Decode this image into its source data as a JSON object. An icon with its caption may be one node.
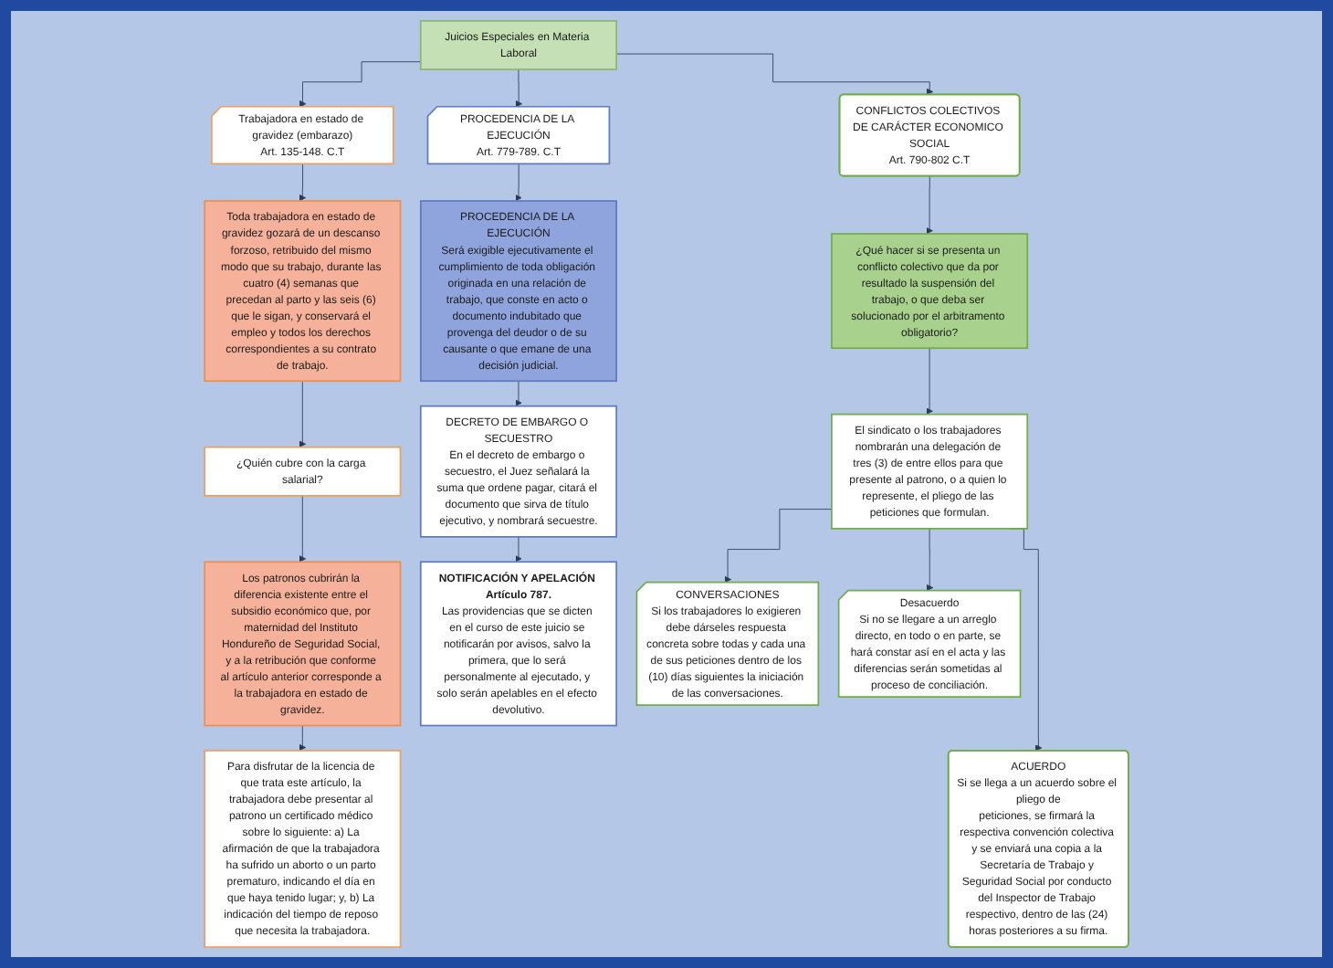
{
  "diagram": {
    "nodes": [
      {
        "text": [
          "Juicios Especiales en Materia Laboral"
        ]
      },
      {
        "text": [
          "Trabajadora en estado de gravidez (embarazo)",
          "Art. 135-148. C.T"
        ]
      },
      {
        "text": [
          "Toda trabajadora en estado de gravidez gozará de un descanso forzoso, retribuido del mismo modo que su trabajo, durante las cuatro (4) semanas que precedan al parto y las seis (6) que le sigan, y conservará el empleo y todos los derechos correspondientes a su contrato de trabajo."
        ]
      },
      {
        "text": [
          "¿Quién cubre con la carga salarial?"
        ]
      },
      {
        "text": [
          "Los patronos cubrirán la diferencia existente entre el subsidio económico que, por maternidad del Instituto Hondureño de Seguridad Social, y a la retribución que conforme al artículo anterior corresponde a la trabajadora en estado de gravidez."
        ]
      },
      {
        "text": [
          "Para disfrutar de la licencia de que trata este artículo, la trabajadora debe presentar al patrono un certificado médico sobre lo siguiente: a) La afirmación de que la trabajadora ha sufrido un aborto o un parto prematuro, indicando el día en que haya tenido lugar; y, b) La indicación del tiempo de reposo que necesita la trabajadora."
        ]
      },
      {
        "text": [
          "PROCEDENCIA DE LA EJECUCIÓN",
          "Art. 779-789. C.T"
        ]
      },
      {
        "text": [
          "PROCEDENCIA DE LA EJECUCIÓN",
          "Será exigible ejecutivamente el cumplimiento de toda obligación originada en una relación de trabajo, que conste en acto o documento indubitado que provenga del deudor o de su causante o que emane de una decisión judicial."
        ]
      },
      {
        "text": [
          "DECRETO DE EMBARGO O SECUESTRO",
          "En el decreto de embargo o secuestro, el Juez señalará la suma que ordene pagar, citará el documento que sirva de título ejecutivo, y nombrará secuestre."
        ]
      },
      {
        "text": [
          "NOTIFICACIÓN Y APELACIÓN Artículo 787.",
          "Las providencias que se dicten en el curso de este juicio se notificarán por avisos, salvo la primera, que lo será personalmente al ejecutado, y solo serán apelables en el efecto devolutivo."
        ]
      },
      {
        "text": [
          "CONFLICTOS COLECTIVOS DE CARÁCTER ECONOMICO SOCIAL",
          "Art. 790-802 C.T"
        ]
      },
      {
        "text": [
          "¿Qué hacer si se presenta un conflicto colectivo que da por resultado la suspensión del trabajo, o que deba ser solucionado por el arbitramento obligatorio?"
        ]
      },
      {
        "text": [
          "El sindicato o los trabajadores nombrarán una delegación de tres (3) de entre ellos para que presente al patrono, o a quien lo represente, el pliego de las peticiones que formulan."
        ]
      },
      {
        "text": [
          "CONVERSACIONES",
          "Si los trabajadores lo exigieren debe dárseles respuesta concreta sobre todas y cada una de sus peticiones dentro de los (10) días siguientes la iniciación de las conversaciones."
        ]
      },
      {
        "text": [
          "Desacuerdo",
          "Si no se llegare a un arreglo directo, en todo o en parte, se hará constar así en el acta y las diferencias serán sometidas al proceso de conciliación."
        ]
      },
      {
        "text": [
          "ACUERDO",
          "Si se llega a un acuerdo sobre el pliego de",
          "peticiones, se firmará la respectiva convención colectiva y se enviará una copia a la Secretaría de Trabajo y Seguridad Social por conducto del Inspector de Trabajo respectivo, dentro de las (24) horas posteriores a su firma."
        ]
      }
    ],
    "edges": [
      {
        "from": 0,
        "to": 1,
        "arrow": "to"
      },
      {
        "from": 0,
        "to": 6,
        "arrow": "to"
      },
      {
        "from": 0,
        "to": 10,
        "arrow": "to"
      },
      {
        "from": 1,
        "to": 2,
        "arrow": "to"
      },
      {
        "from": 2,
        "to": 3,
        "arrow": "to"
      },
      {
        "from": 3,
        "to": 4,
        "arrow": "to"
      },
      {
        "from": 4,
        "to": 5,
        "arrow": "to"
      },
      {
        "from": 6,
        "to": 7,
        "arrow": "to"
      },
      {
        "from": 7,
        "to": 8,
        "arrow": "to"
      },
      {
        "from": 8,
        "to": 9,
        "arrow": "to"
      },
      {
        "from": 10,
        "to": 11,
        "arrow": "to"
      },
      {
        "from": 11,
        "to": 12,
        "arrow": "to"
      },
      {
        "from": 12,
        "to": 13,
        "arrow": "to"
      },
      {
        "from": 12,
        "to": 14,
        "arrow": "to"
      },
      {
        "from": 12,
        "to": 15,
        "arrow": "to"
      }
    ]
  }
}
